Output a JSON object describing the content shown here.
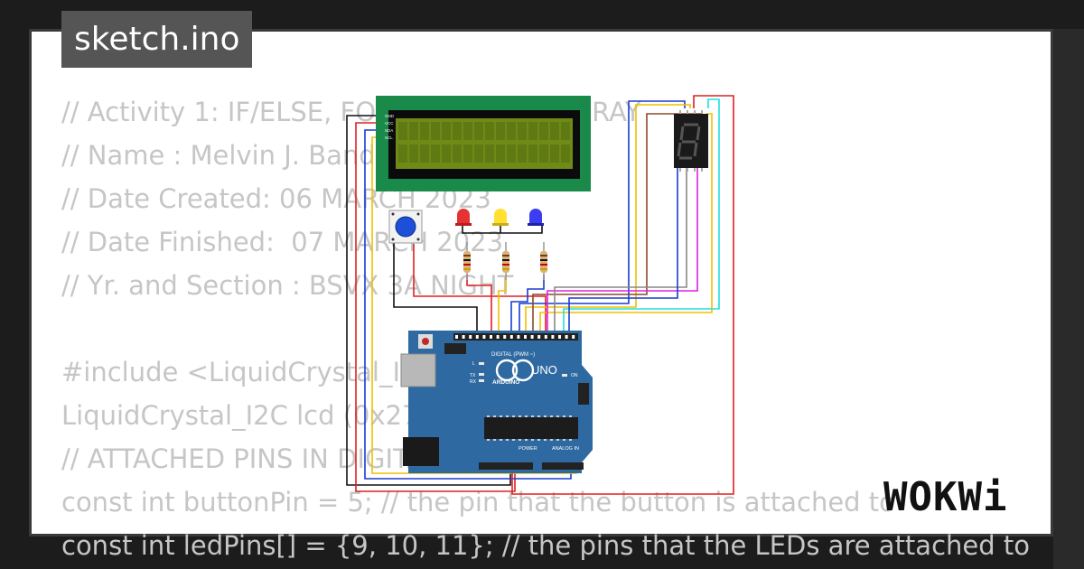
{
  "file_tab": {
    "label": "sketch.ino"
  },
  "code_lines": [
    "// Activity 1: IF/ELSE, FOR LOOP, AND ARRAY",
    "// Name : Melvin J. Bandoy",
    "// Date Created: 06 MARCH 2023",
    "// Date Finished:  07 MARCH 2023",
    "// Yr. and Section : BSVX 3A NIGHT",
    "",
    "#include <LiquidCrystal_I2C.h>",
    "LiquidCrystal_I2C lcd (0x27, 16, 2);",
    "// ATTACHED PINS IN DIGITAL",
    "const int buttonPin = 5; // the pin that the button is attached to",
    "const int ledPins[] = {9, 10, 11}; // the pins that the LEDs are attached to"
  ],
  "lcd": {
    "pins": [
      "GND",
      "VCC",
      "SDA",
      "SCL"
    ]
  },
  "arduino": {
    "brand": "ARDUINO",
    "model": "UNO",
    "digital_header": "DIGITAL (PWM ~)",
    "power_label": "POWER",
    "analog_label": "ANALOG IN",
    "on_label": "ON",
    "tx_label": "TX",
    "rx_label": "RX",
    "l_label": "L"
  },
  "brand": {
    "logo": "WOKWi"
  },
  "colors": {
    "lcd_board": "#1a8a4a",
    "lcd_screen": "#6f8a17",
    "arduino_board": "#2e6aa1",
    "led_red": "#e63232",
    "led_yellow": "#ffe033",
    "led_blue": "#3c3cf0",
    "button_cap": "#1e4fd8"
  }
}
